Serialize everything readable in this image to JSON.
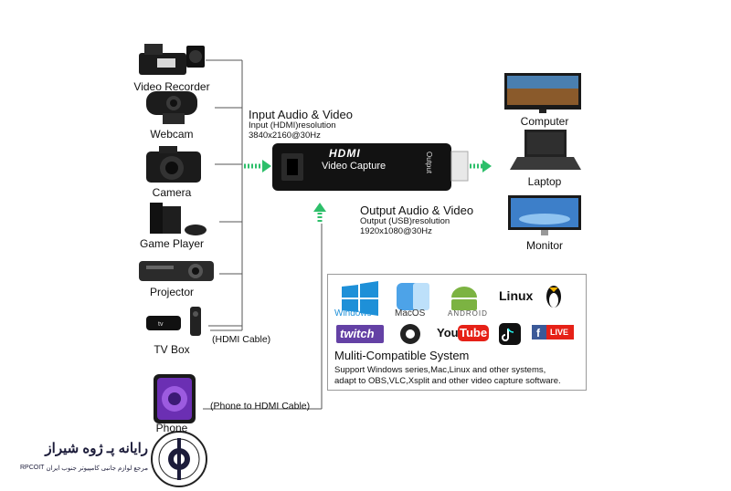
{
  "devices": {
    "video_recorder": "Video Recorder",
    "webcam": "Webcam",
    "camera": "Camera",
    "game_player": "Game Player",
    "projector": "Projector",
    "tv_box": "TV Box",
    "phone": "Phone"
  },
  "cables": {
    "hdmi_cable": "(HDMI Cable)",
    "phone_cable": "(Phone to HDMI Cable)"
  },
  "input": {
    "title": "Input Audio & Video",
    "line1": "Input (HDMI)resolution",
    "line2": "3840x2160@30Hz"
  },
  "output": {
    "title": "Output Audio & Video",
    "line1": "Output (USB)resolution",
    "line2": "1920x1080@30Hz"
  },
  "capture_device": {
    "brand": "HDMI",
    "name": "Video Capture",
    "port_label": "Output"
  },
  "outputs": {
    "computer": "Computer",
    "laptop": "Laptop",
    "monitor": "Monitor"
  },
  "compat": {
    "windows": "Windows",
    "macos": "MacOS",
    "android": "ANDROID",
    "linux": "Linux",
    "twitch": "twitch",
    "youtube_you": "You",
    "youtube_tube": "Tube",
    "live": "LIVE",
    "title": "Muliti-Compatible System",
    "desc1": "Support Windows series,Mac,Linux and other systems,",
    "desc2": "adapt to OBS,VLC,Xsplit and other video capture software."
  },
  "brand": {
    "name_fa": "رایانه پـ ژوه شیراز",
    "sub_fa": "مرجع لوازم جانبی کامپیوتر جنوب ایران",
    "code": "RPCOIT"
  },
  "colors": {
    "arrow_green": "#2dbf6a",
    "youtube_red": "#e62117",
    "twitch_purple": "#6441a5",
    "facebook_blue": "#3b5998",
    "windows_blue": "#1e90d8",
    "android_green": "#7cb342"
  }
}
